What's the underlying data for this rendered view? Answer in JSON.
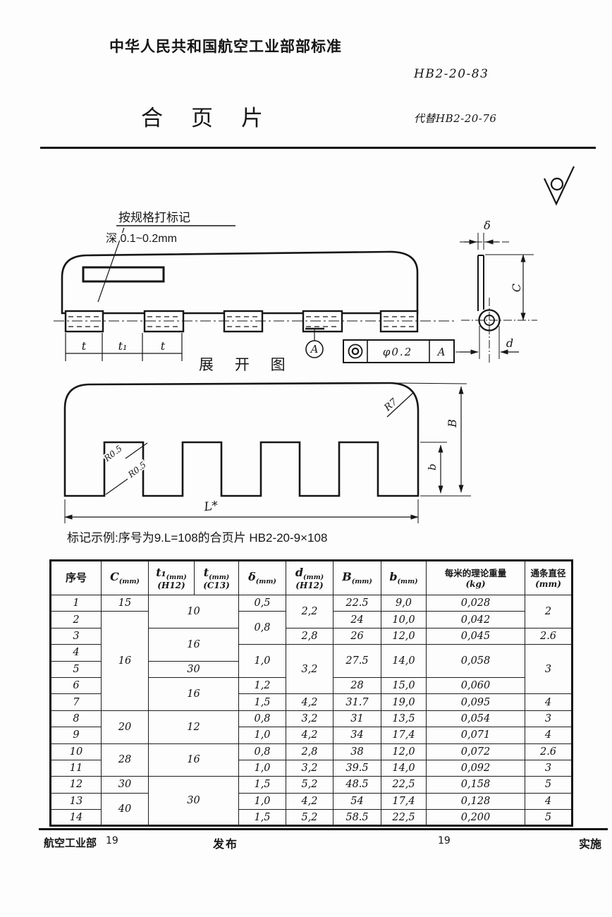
{
  "header": {
    "std_name": "中华人民共和国航空工业部部标准",
    "code": "HB2-20-83",
    "title": "合页片",
    "replaces": "代替HB2-20-76"
  },
  "footer": {
    "issuer": "航空工业部",
    "issue_year": "19",
    "publish": "发布",
    "page_no": "19",
    "implement": "实施"
  },
  "drawing": {
    "note_line1": "按规格打标记",
    "note_line2": "深 0.1~0.2mm",
    "dim_t": "t",
    "dim_t1": "t₁",
    "datum": "A",
    "tolerance": {
      "symbol_icon": "concentricity-icon",
      "value": "φ0.2",
      "datum": "A"
    },
    "side_view": {
      "delta": "δ",
      "C": "C",
      "d": "d"
    },
    "surface_icon": "surface-finish-icon",
    "unfold_label": "展 开 图",
    "unfold_dims": {
      "R7": "R7",
      "R05": "R0.5",
      "L": "L*",
      "B": "B",
      "b": "b"
    },
    "example": "标记示例:序号为9.L=108的合页片 HB2-20-9×108"
  },
  "table": {
    "headers": [
      {
        "main": "序号",
        "cn": true,
        "big": true
      },
      {
        "main": "C",
        "sub": "(mm)"
      },
      {
        "main": "t₁",
        "sub": "(mm)",
        "line2": "(H12)"
      },
      {
        "main": "t",
        "sub": "(mm)",
        "line2": "(C13)"
      },
      {
        "main": "δ",
        "sub": "(mm)"
      },
      {
        "main": "d",
        "sub": "(mm)",
        "line2": "(H12)"
      },
      {
        "main": "B",
        "sub": "(mm)"
      },
      {
        "main": "b",
        "sub": "(mm)"
      },
      {
        "main": "每米的理论重量",
        "line2": "(kg)",
        "cn": true
      },
      {
        "main": "通条直径",
        "line2": "(mm)",
        "cn": true
      }
    ],
    "rows": [
      [
        {
          "v": "1"
        },
        {
          "v": "15"
        },
        {
          "v": "10",
          "rs": 2,
          "cs": 2
        },
        {
          "v": "0,5"
        },
        {
          "v": "2,2",
          "rs": 2
        },
        {
          "v": "22.5"
        },
        {
          "v": "9,0"
        },
        {
          "v": "0,028"
        },
        {
          "v": "2",
          "rs": 2
        }
      ],
      [
        {
          "v": "2"
        },
        {
          "v": "16",
          "rs": 6
        },
        null,
        {
          "v": "0,8",
          "rs": 2
        },
        null,
        {
          "v": "24"
        },
        {
          "v": "10,0"
        },
        {
          "v": "0,042"
        },
        null
      ],
      [
        {
          "v": "3"
        },
        null,
        {
          "v": "16",
          "rs": 2,
          "cs": 2
        },
        null,
        {
          "v": "2,8"
        },
        {
          "v": "26"
        },
        {
          "v": "12,0"
        },
        {
          "v": "0,045"
        },
        {
          "v": "2.6"
        }
      ],
      [
        {
          "v": "4"
        },
        null,
        null,
        {
          "v": "1,0",
          "rs": 2
        },
        {
          "v": "3,2",
          "rs": 3
        },
        {
          "v": "27.5",
          "rs": 2
        },
        {
          "v": "14,0",
          "rs": 2
        },
        {
          "v": "0,058",
          "rs": 2
        },
        {
          "v": "3",
          "rs": 3
        }
      ],
      [
        {
          "v": "5"
        },
        null,
        {
          "v": "30",
          "cs": 2
        },
        null,
        null,
        null,
        null,
        null,
        null
      ],
      [
        {
          "v": "6"
        },
        null,
        {
          "v": "16",
          "rs": 2,
          "cs": 2
        },
        {
          "v": "1,2"
        },
        null,
        {
          "v": "28"
        },
        {
          "v": "15,0"
        },
        {
          "v": "0,060"
        },
        null
      ],
      [
        {
          "v": "7"
        },
        null,
        null,
        {
          "v": "1,5"
        },
        {
          "v": "4,2"
        },
        {
          "v": "31.7"
        },
        {
          "v": "19,0"
        },
        {
          "v": "0,095"
        },
        {
          "v": "4"
        }
      ],
      [
        {
          "v": "8"
        },
        {
          "v": "20",
          "rs": 2
        },
        {
          "v": "12",
          "rs": 2,
          "cs": 2
        },
        {
          "v": "0,8"
        },
        {
          "v": "3,2"
        },
        {
          "v": "31"
        },
        {
          "v": "13,5"
        },
        {
          "v": "0,054"
        },
        {
          "v": "3"
        }
      ],
      [
        {
          "v": "9"
        },
        null,
        null,
        {
          "v": "1,0"
        },
        {
          "v": "4,2"
        },
        {
          "v": "34"
        },
        {
          "v": "17,4"
        },
        {
          "v": "0,071"
        },
        {
          "v": "4"
        }
      ],
      [
        {
          "v": "10"
        },
        {
          "v": "28",
          "rs": 2
        },
        {
          "v": "16",
          "rs": 2,
          "cs": 2
        },
        {
          "v": "0,8"
        },
        {
          "v": "2,8"
        },
        {
          "v": "38"
        },
        {
          "v": "12,0"
        },
        {
          "v": "0,072"
        },
        {
          "v": "2.6"
        }
      ],
      [
        {
          "v": "11"
        },
        null,
        null,
        {
          "v": "1,0"
        },
        {
          "v": "3,2"
        },
        {
          "v": "39.5"
        },
        {
          "v": "14,0"
        },
        {
          "v": "0,092"
        },
        {
          "v": "3"
        }
      ],
      [
        {
          "v": "12"
        },
        {
          "v": "30"
        },
        {
          "v": "30",
          "rs": 3,
          "cs": 2
        },
        {
          "v": "1,5"
        },
        {
          "v": "5,2"
        },
        {
          "v": "48.5"
        },
        {
          "v": "22,5"
        },
        {
          "v": "0,158"
        },
        {
          "v": "5"
        }
      ],
      [
        {
          "v": "13"
        },
        {
          "v": "40",
          "rs": 2
        },
        null,
        {
          "v": "1,0"
        },
        {
          "v": "4,2"
        },
        {
          "v": "54"
        },
        {
          "v": "17,4"
        },
        {
          "v": "0,128"
        },
        {
          "v": "4"
        }
      ],
      [
        {
          "v": "14"
        },
        null,
        null,
        {
          "v": "1,5"
        },
        {
          "v": "5,2"
        },
        {
          "v": "58.5"
        },
        {
          "v": "22,5"
        },
        {
          "v": "0,200"
        },
        {
          "v": "5"
        }
      ]
    ]
  }
}
